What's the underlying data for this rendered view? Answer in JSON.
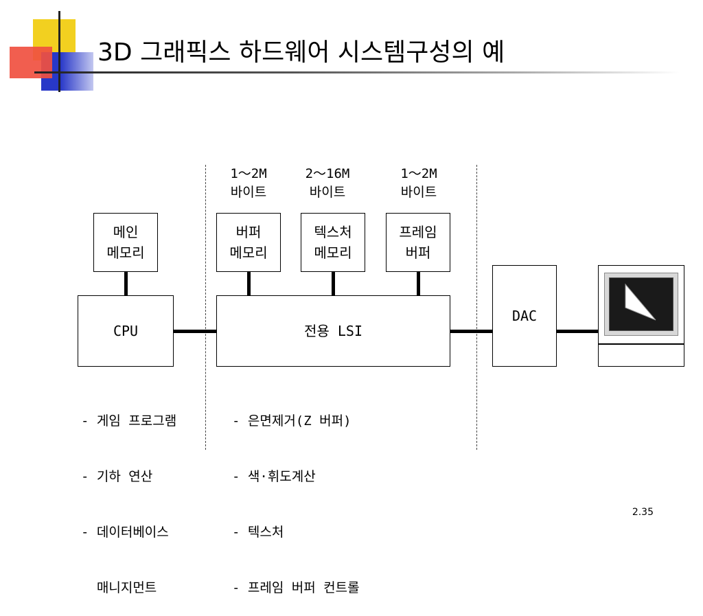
{
  "title": "3D 그래픽스 하드웨어 시스템구성의 예",
  "memory_sizes": {
    "buffer": "1～2M\n바이트",
    "texture": "2～16M\n바이트",
    "frame": "1～2M\n바이트"
  },
  "blocks": {
    "main_memory": "메인\n메모리",
    "buffer_memory": "버퍼\n메모리",
    "texture_memory": "텍스처\n메모리",
    "frame_buffer": "프레임\n버퍼",
    "cpu": "CPU",
    "lsi": "전용 LSI",
    "dac": "DAC"
  },
  "notes": {
    "cpu": [
      "- 게임 프로그램",
      "- 기하 연산",
      "- 데이터베이스",
      "  매니지먼트"
    ],
    "lsi": [
      "- 은면제거(Z 버퍼)",
      "- 색·휘도계산",
      "- 텍스처",
      "- 프레임 버퍼 컨트롤"
    ]
  },
  "icons": {
    "logo": "decorative-square-logo",
    "monitor": "monitor-icon"
  },
  "colors": {
    "logo_yellow": "#f2d020",
    "logo_red": "#f05040",
    "logo_blue": "#2838c8"
  },
  "page_number": "2.35"
}
